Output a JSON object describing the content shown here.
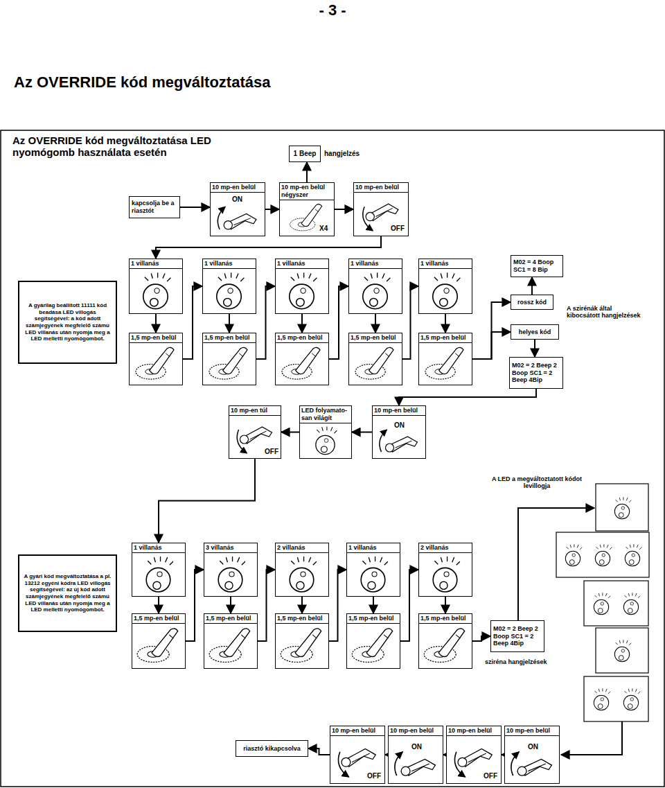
{
  "diagram": {
    "title": "Az OVERRIDE kód megváltoztatása",
    "nodes": [
      {
        "text": [
          "kapcsolja be a riasztót"
        ]
      },
      {
        "text": [
          "10 mp-en belül",
          "ON"
        ]
      },
      {
        "text": [
          "10 mp-en belül négyszer",
          "X4"
        ]
      },
      {
        "text": [
          "10 mp-en belül",
          "OFF"
        ]
      },
      {
        "text": [
          "1 Beep"
        ]
      },
      {
        "text": [
          "A gyárilag beállított 11111 kód beadása LED villogás segítségével: a kód adott számjegyének megfelelő számú LED villanás után nyomja meg a LED melletti nyomógombot."
        ]
      },
      {
        "text": [
          "1 villanás"
        ]
      },
      {
        "text": [
          "1 villanás"
        ]
      },
      {
        "text": [
          "1 villanás"
        ]
      },
      {
        "text": [
          "1 villanás"
        ]
      },
      {
        "text": [
          "1 villanás"
        ]
      },
      {
        "text": [
          "1,5 mp-en belül"
        ]
      },
      {
        "text": [
          "1,5 mp-en belül"
        ]
      },
      {
        "text": [
          "1,5 mp-en belül"
        ]
      },
      {
        "text": [
          "1,5 mp-en belül"
        ]
      },
      {
        "text": [
          "1,5 mp-en belül"
        ]
      },
      {
        "text": [
          "M02 = 4 Boop SC1 = 8 Bip"
        ]
      },
      {
        "text": [
          "rossz kód"
        ]
      },
      {
        "text": [
          "helyes kód"
        ]
      },
      {
        "text": [
          "M02 = 2 Beep 2 Boop SC1 = 2 Beep 4Bip"
        ]
      },
      {
        "text": [
          "10 mp-en túl",
          "OFF"
        ]
      },
      {
        "text": [
          "LED folyamato-san világít"
        ]
      },
      {
        "text": [
          "10 mp-en belül",
          "ON"
        ]
      },
      {
        "text": [
          "A gyári kód megváltoztatása a pl. 13212 egyéni kódra LED villogás segítségével: az új kód adott számjegyének megfelelő számú LED villanás után nyomja meg a LED melletti nyomógombot."
        ]
      },
      {
        "text": [
          "1 villanás"
        ]
      },
      {
        "text": [
          "3 villanás"
        ]
      },
      {
        "text": [
          "2 villanás"
        ]
      },
      {
        "text": [
          "1 villanás"
        ]
      },
      {
        "text": [
          "2 villanás"
        ]
      },
      {
        "text": [
          "1,5 mp-en belül"
        ]
      },
      {
        "text": [
          "1,5 mp-en belül"
        ]
      },
      {
        "text": [
          "1,5 mp-en belül"
        ]
      },
      {
        "text": [
          "1,5 mp-en belül"
        ]
      },
      {
        "text": [
          "1,5 mp-en belül"
        ]
      },
      {
        "text": [
          "M02 = 2 Beep 2 Boop SC1 = 2 Beep 4Bip"
        ]
      },
      {
        "text": [
          "riasztó kikapcsolva"
        ]
      },
      {
        "text": [
          "10 mp-en belül",
          "OFF"
        ]
      },
      {
        "text": [
          "10 mp-en belül",
          "ON"
        ]
      },
      {
        "text": [
          "10 mp-en belül",
          "OFF"
        ]
      },
      {
        "text": [
          "10 mp-en belül",
          "ON"
        ]
      }
    ],
    "edges": [
      {
        "from": 0,
        "to": 1,
        "arrow": "to"
      },
      {
        "from": 1,
        "to": 2,
        "arrow": "to"
      },
      {
        "from": 2,
        "to": 3,
        "arrow": "to"
      },
      {
        "from": 2,
        "to": 4,
        "arrow": "to"
      },
      {
        "from": 3,
        "to": 6,
        "arrow": "to"
      },
      {
        "from": 6,
        "to": 11,
        "arrow": "to"
      },
      {
        "from": 11,
        "to": 7,
        "arrow": "to"
      },
      {
        "from": 7,
        "to": 12,
        "arrow": "to"
      },
      {
        "from": 12,
        "to": 8,
        "arrow": "to"
      },
      {
        "from": 8,
        "to": 13,
        "arrow": "to"
      },
      {
        "from": 13,
        "to": 9,
        "arrow": "to"
      },
      {
        "from": 9,
        "to": 14,
        "arrow": "to"
      },
      {
        "from": 14,
        "to": 10,
        "arrow": "to"
      },
      {
        "from": 10,
        "to": 15,
        "arrow": "to"
      },
      {
        "from": 15,
        "to": 17,
        "arrow": "to"
      },
      {
        "from": 15,
        "to": 18,
        "arrow": "to"
      },
      {
        "from": 17,
        "to": 16,
        "arrow": "to"
      },
      {
        "from": 18,
        "to": 19,
        "arrow": "to"
      },
      {
        "from": 19,
        "to": 22,
        "arrow": "to"
      },
      {
        "from": 22,
        "to": 21,
        "arrow": "to"
      },
      {
        "from": 21,
        "to": 20,
        "arrow": "to"
      },
      {
        "from": 20,
        "to": 24,
        "arrow": "to"
      },
      {
        "from": 24,
        "to": 29,
        "arrow": "to"
      },
      {
        "from": 29,
        "to": 25,
        "arrow": "to"
      },
      {
        "from": 25,
        "to": 30,
        "arrow": "to"
      },
      {
        "from": 30,
        "to": 26,
        "arrow": "to"
      },
      {
        "from": 26,
        "to": 31,
        "arrow": "to"
      },
      {
        "from": 31,
        "to": 27,
        "arrow": "to"
      },
      {
        "from": 27,
        "to": 32,
        "arrow": "to"
      },
      {
        "from": 32,
        "to": 28,
        "arrow": "to"
      },
      {
        "from": 28,
        "to": 33,
        "arrow": "to"
      },
      {
        "from": 33,
        "to": 34,
        "arrow": "to"
      },
      {
        "from": 39,
        "to": 38,
        "arrow": "to"
      },
      {
        "from": 38,
        "to": 37,
        "arrow": "to"
      },
      {
        "from": 37,
        "to": 36,
        "arrow": "to"
      },
      {
        "from": 36,
        "to": 35,
        "arrow": "to"
      }
    ],
    "labels": [
      "- 3 -",
      "Az OVERRIDE kód megváltoztatása LED nyomógomb használata esetén",
      "hangjelzés",
      "A szirénák által kibocsátott hangjelzések",
      "A LED a megváltoztatott kódot levillogja",
      "sziréna hangjelzések"
    ]
  }
}
